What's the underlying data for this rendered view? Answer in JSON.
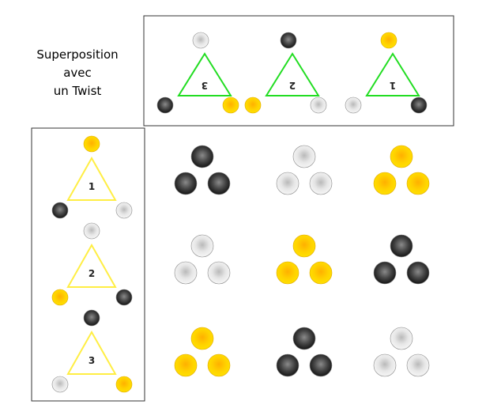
{
  "title": {
    "line1": "Superposition",
    "line2": "avec",
    "line3": "un Twist"
  },
  "colors": {
    "black": "#333333",
    "white": "#dddddd",
    "yellow": "#ffd21a",
    "green_triangle": "#22dd22",
    "yellow_triangle": "#ffee44",
    "frame": "#333333"
  },
  "top_panel": {
    "triangles": [
      {
        "label": "3",
        "flipped": true,
        "apex": "white",
        "left": "black",
        "right": "yellow"
      },
      {
        "label": "2",
        "flipped": true,
        "apex": "black",
        "left": "yellow",
        "right": "white"
      },
      {
        "label": "1",
        "flipped": true,
        "apex": "yellow",
        "left": "white",
        "right": "black"
      }
    ]
  },
  "left_panel": {
    "triangles": [
      {
        "label": "1",
        "apex": "yellow",
        "left": "black",
        "right": "white"
      },
      {
        "label": "2",
        "apex": "white",
        "left": "yellow",
        "right": "black"
      },
      {
        "label": "3",
        "apex": "black",
        "left": "white",
        "right": "yellow"
      }
    ]
  },
  "grid": [
    [
      "black",
      "white",
      "yellow"
    ],
    [
      "white",
      "yellow",
      "black"
    ],
    [
      "yellow",
      "black",
      "white"
    ]
  ]
}
